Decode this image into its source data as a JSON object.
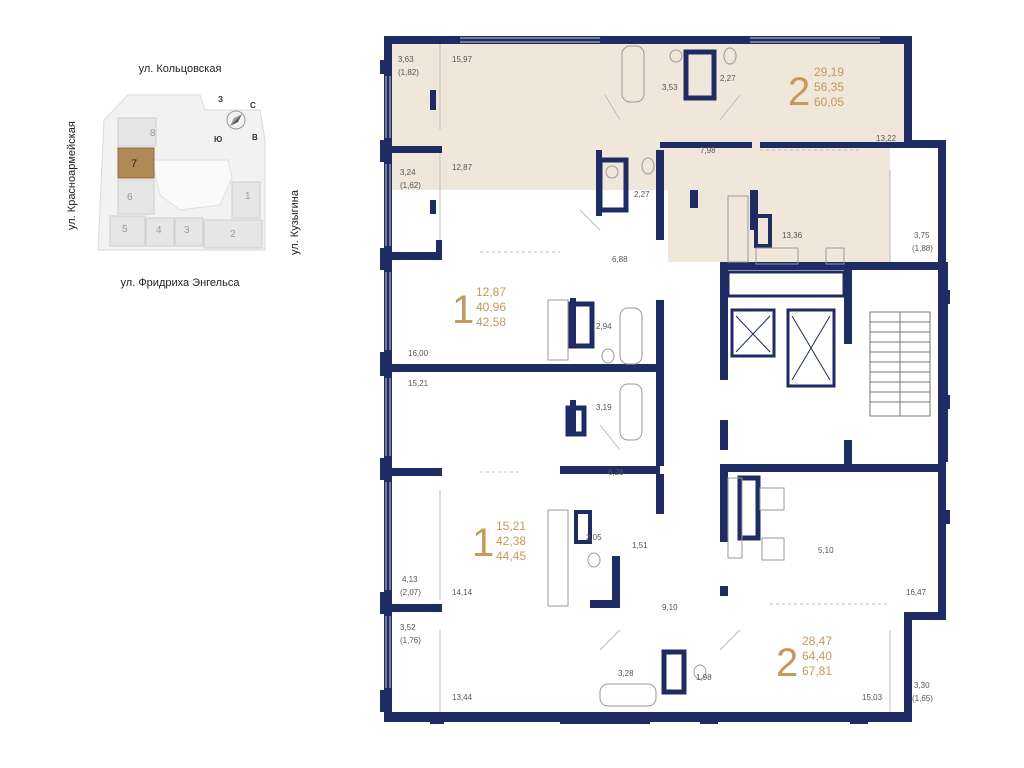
{
  "site_plan": {
    "streets": {
      "north": "ул. Кольцовская",
      "west": "ул. Красноармейская",
      "east": "ул. Кузыгина",
      "south": "ул. Фридриха Энгельса"
    },
    "compass": {
      "north": "С",
      "south": "Ю",
      "east": "В",
      "west": "З"
    },
    "blocks": [
      {
        "label": "8"
      },
      {
        "label": "7",
        "selected": true
      },
      {
        "label": "6"
      },
      {
        "label": "5"
      },
      {
        "label": "4"
      },
      {
        "label": "3"
      },
      {
        "label": "2"
      },
      {
        "label": "1"
      }
    ]
  },
  "apartments": [
    {
      "rooms": "2",
      "living": "29,19",
      "total": "56,35",
      "total_with_balcony": "60,05"
    },
    {
      "rooms": "1",
      "living": "12,87",
      "total": "40,96",
      "total_with_balcony": "42,58"
    },
    {
      "rooms": "1",
      "living": "15,21",
      "total": "42,38",
      "total_with_balcony": "44,45"
    },
    {
      "rooms": "2",
      "living": "28,47",
      "total": "64,40",
      "total_with_balcony": "67,81"
    }
  ],
  "room_labels": {
    "a_balcony": "3,63",
    "a_balcony_sub": "(1,82)",
    "a_room": "15,97",
    "a_bath": "3,53",
    "a_wc": "2,27",
    "a_hall": "7,98",
    "a_room2": "13,22",
    "a_kitchen": "13,36",
    "a_balcony2": "3,75",
    "a_balcony2_sub": "(1,88)",
    "b_balcony": "3,24",
    "b_balcony_sub": "(1,62)",
    "b_room": "12,87",
    "b_wc": "2,27",
    "b_hall": "6,88",
    "b_bath": "2,94",
    "b_kitchen": "16,00",
    "c_room": "15,21",
    "c_bath": "3,19",
    "c_hall": "6,28",
    "c_wc": "2,05",
    "c_closet": "1,51",
    "c_balcony": "4,13",
    "c_balcony_sub": "(2,07)",
    "c_kitchen": "14,14",
    "d_hall": "9,10",
    "d_kitchen": "5,10",
    "d_room": "16,47",
    "d_balcony": "3,52",
    "d_balcony_sub": "(1,76)",
    "d_bath": "3,28",
    "d_wc": "1,98",
    "d_room2": "13,44",
    "d_room3": "15,03",
    "d_balcony2": "3,30",
    "d_balcony2_sub": "(1,65)"
  },
  "colors": {
    "wall": "#1f2b63",
    "highlight": "#f1e6da",
    "accent": "#c49a5c",
    "selected_block": "#b08a55"
  }
}
